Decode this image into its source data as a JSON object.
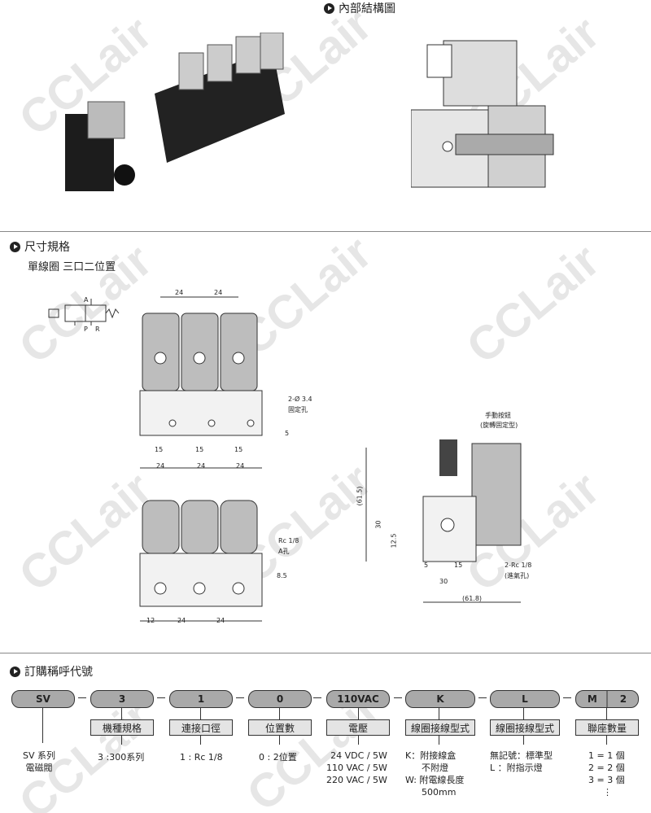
{
  "watermark": "CCLair",
  "internal": {
    "title": "內部結構圖"
  },
  "dims": {
    "title": "尺寸規格",
    "subtitle": "單線圈  三口二位置",
    "symbol": {
      "a": "A",
      "p": "P",
      "r": "R"
    },
    "top_view": {
      "pitch1": "24",
      "pitch2": "24",
      "hole": "2-Ø 3.4",
      "hole_label": "固定孔",
      "d5": "5",
      "w15a": "15",
      "w15b": "15",
      "w15c": "15",
      "w24a": "24",
      "w24b": "24",
      "w24c": "24"
    },
    "front_view": {
      "port": "Rc 1/8",
      "port_label": "A孔",
      "d85": "8.5",
      "d12": "12",
      "d24a": "24",
      "d24b": "24"
    },
    "side_view": {
      "manual": "手動按鈕",
      "manual_sub": "(旋轉固定型)",
      "h615": "(61.5)",
      "h30": "30",
      "h125": "12.5",
      "w5": "5",
      "w15": "15",
      "w30": "30",
      "w618": "(61.8)",
      "inlet": "2-Rc 1/8",
      "inlet_label": "(進氣孔)"
    }
  },
  "order": {
    "title": "訂購稱呼代號",
    "codes": [
      "SV",
      "3",
      "1",
      "0",
      "110VAC",
      "K",
      "L",
      "M",
      "2"
    ],
    "labels": [
      "機種規格",
      "連接口徑",
      "位置數",
      "電壓",
      "線圈接線型式",
      "線圈接線型式",
      "聯座數量"
    ],
    "desc": {
      "sv": [
        "SV 系列",
        "電磁閥"
      ],
      "model": "3 :300系列",
      "port": "1 : Rc 1/8",
      "pos": "0 : 2位置",
      "volt": [
        "24  VDC / 5W",
        "110 VAC / 5W",
        "220 VAC / 5W"
      ],
      "wire": [
        "K：附接線盒",
        "不附燈",
        "W: 附電線長度",
        "500mm"
      ],
      "lamp": [
        "無記號：標準型",
        "L ：附指示燈"
      ],
      "count": [
        "1 = 1 個",
        "2 = 2 個",
        "3 = 3 個",
        "⋮"
      ]
    }
  }
}
